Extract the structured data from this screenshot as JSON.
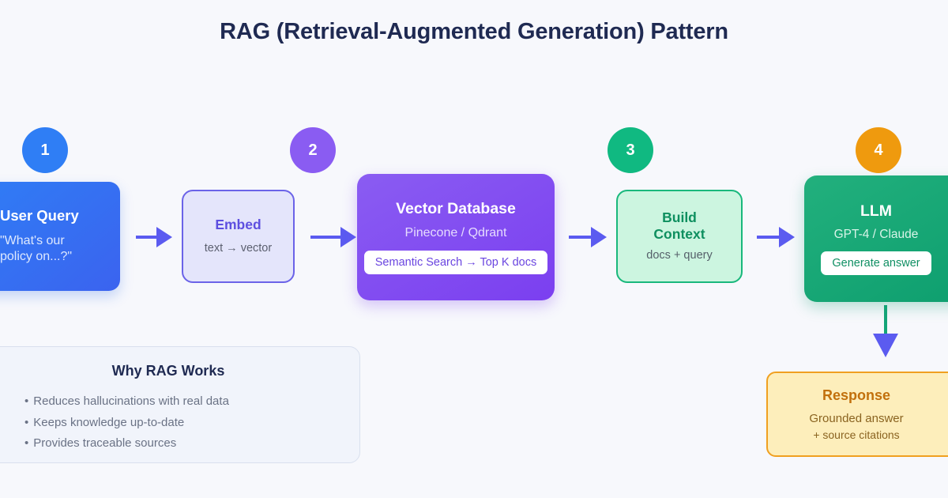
{
  "title": "RAG (Retrieval-Augmented Generation) Pattern",
  "colors": {
    "background": "#f7f8fc",
    "title_text": "#1f2a52",
    "arrow": "#5b5bf0",
    "vertical_shaft": "#14a578",
    "badge_1": "#2f7ef5",
    "badge_2": "#8a5cf2",
    "badge_3": "#10b981",
    "badge_4": "#ef9a0e"
  },
  "badges": [
    {
      "number": "1",
      "color": "#2f7ef5"
    },
    {
      "number": "2",
      "color": "#8a5cf2"
    },
    {
      "number": "3",
      "color": "#10b981"
    },
    {
      "number": "4",
      "color": "#ef9a0e"
    }
  ],
  "nodes": {
    "user_query": {
      "title": "User Query",
      "sub_line_1": "\"What's our",
      "sub_line_2": "policy on...?\""
    },
    "embed": {
      "title": "Embed",
      "sub": "text → vector"
    },
    "vector_db": {
      "title": "Vector Database",
      "sub": "Pinecone / Qdrant",
      "pill": "Semantic Search → Top K docs"
    },
    "build_context": {
      "title_line_1": "Build",
      "title_line_2": "Context",
      "sub": "docs + query"
    },
    "llm": {
      "title": "LLM",
      "sub": "GPT-4 / Claude",
      "pill": "Generate answer"
    },
    "response": {
      "title": "Response",
      "sub_line_1": "Grounded answer",
      "sub_line_2": "+ source citations"
    }
  },
  "info_panel": {
    "title": "Why RAG Works",
    "bullet_char": "•",
    "items": [
      "Reduces hallucinations with real data",
      "Keeps knowledge up-to-date",
      "Provides traceable sources"
    ]
  }
}
